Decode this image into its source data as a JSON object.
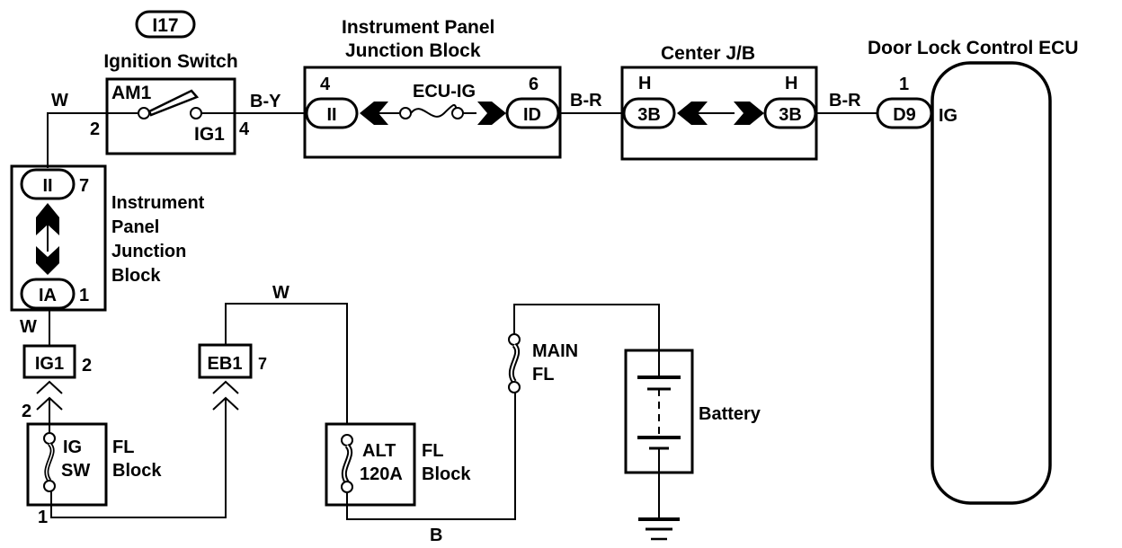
{
  "diagram": {
    "type": "wiring-diagram",
    "components": {
      "ignition_switch": {
        "connector_id": "I17",
        "title": "Ignition Switch",
        "terminal_in_label": "AM1",
        "terminal_out_label": "IG1",
        "pin_in": "2",
        "pin_out": "4"
      },
      "ip_jb_top": {
        "title_line1": "Instrument Panel",
        "title_line2": "Junction Block",
        "fuse_label": "ECU-IG",
        "left_connector": "II",
        "left_pin": "4",
        "right_connector": "ID",
        "right_pin": "6"
      },
      "center_jb": {
        "title": "Center J/B",
        "left_connector": "3B",
        "left_pin": "H",
        "right_connector": "3B",
        "right_pin": "H"
      },
      "door_lock_ecu": {
        "title": "Door Lock Control ECU",
        "connector": "D9",
        "pin": "1",
        "terminal": "IG"
      },
      "ip_jb_left": {
        "title_lines": [
          "Instrument",
          "Panel",
          "Junction",
          "Block"
        ],
        "top_connector": "II",
        "top_pin": "7",
        "bottom_connector": "IA",
        "bottom_pin": "1"
      },
      "ig1_connector": {
        "label": "IG1",
        "pin": "2",
        "mate_pin": "2"
      },
      "eb1_connector": {
        "label": "EB1",
        "pin": "7"
      },
      "fl_block_igsw": {
        "fuse_line1": "IG",
        "fuse_line2": "SW",
        "block_line1": "FL",
        "block_line2": "Block",
        "pin": "1"
      },
      "fl_block_alt": {
        "fuse_line1": "ALT",
        "fuse_line2": "120A",
        "block_line1": "FL",
        "block_line2": "Block"
      },
      "main_fl": {
        "line1": "MAIN",
        "line2": "FL"
      },
      "battery": {
        "label": "Battery"
      }
    },
    "wire_colors": {
      "switch_to_ipjb_left": "W",
      "switch_to_ipjb_top": "B-Y",
      "ipjb_to_center": "B-R",
      "center_to_ecu": "B-R",
      "ipjb_to_ig1": "W",
      "eb1_to_alt": "W",
      "alt_to_mainfl": "B"
    }
  }
}
